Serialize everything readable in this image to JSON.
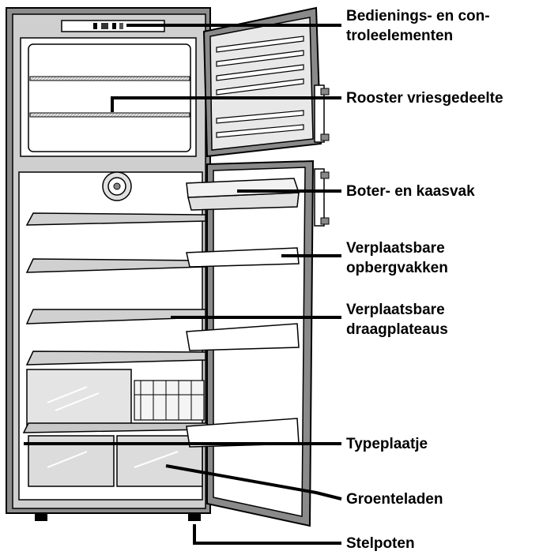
{
  "labels": {
    "controls": {
      "line1": "Bedienings- en con-",
      "line2": "troleelementen"
    },
    "freezer_rack": "Rooster vriesgedeelte",
    "butter_cheese": "Boter- en kaasvak",
    "movable_storage": {
      "line1": "Verplaatsbare",
      "line2": "opbergvakken"
    },
    "movable_shelves": {
      "line1": "Verplaatsbare",
      "line2": "draagplateaus"
    },
    "type_plate": "Typeplaatje",
    "crisper_drawers": "Groenteladen",
    "feet": "Stelpoten"
  },
  "colors": {
    "line": "#000000",
    "light_gray": "#d9d9d9",
    "mid_gray": "#8a8a8a",
    "dark_gray": "#6a6a6a",
    "white": "#ffffff"
  }
}
